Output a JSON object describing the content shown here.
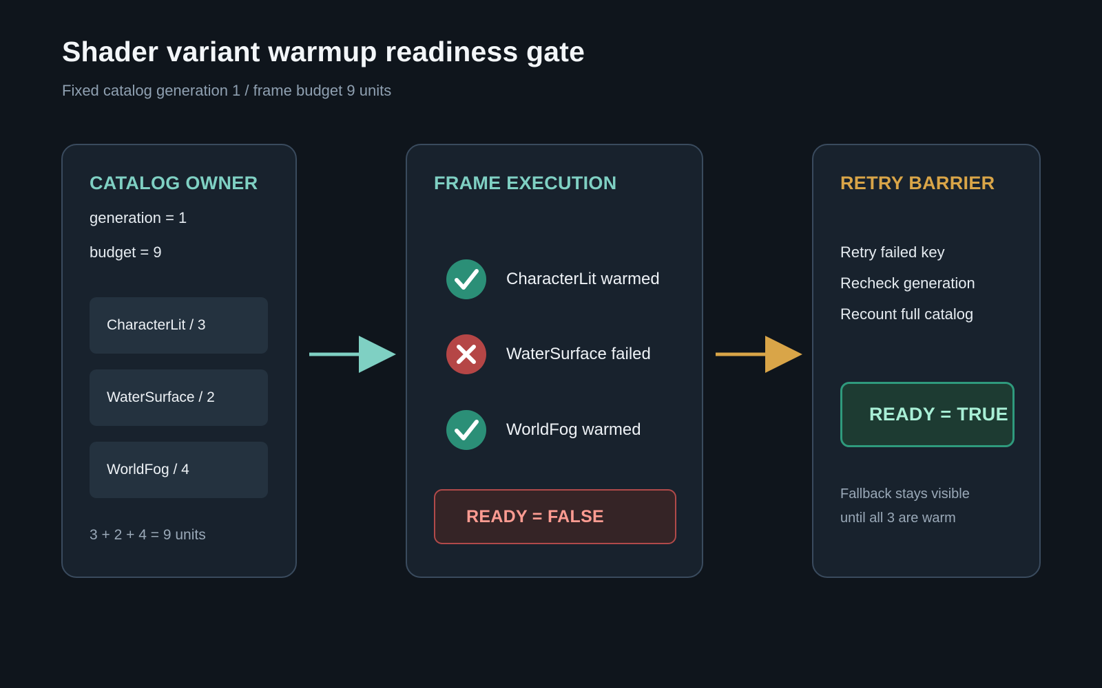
{
  "title": "Shader variant warmup readiness gate",
  "subtitle": "Fixed catalog generation 1 / frame budget 9 units",
  "colors": {
    "background": "#0f151c",
    "panel": "#18222d",
    "panel_border": "#3a4b5e",
    "teal": "#7fd0c3",
    "gold": "#d9a548",
    "success": "#2b8f77",
    "failure": "#b54646"
  },
  "catalog_owner": {
    "heading": "CATALOG OWNER",
    "generation_line": "generation = 1",
    "budget_line": "budget = 9",
    "entries": [
      {
        "label": "CharacterLit / 3"
      },
      {
        "label": "WaterSurface / 2"
      },
      {
        "label": "WorldFog / 4"
      }
    ],
    "sum_line": "3 + 2 + 4 = 9 units"
  },
  "arrows": [
    {
      "name": "owner-to-frame",
      "color": "#7fd0c3"
    },
    {
      "name": "frame-to-retry",
      "color": "#d9a548"
    }
  ],
  "frame_execution": {
    "heading": "FRAME EXECUTION",
    "results": [
      {
        "icon": "check-icon",
        "text": "CharacterLit warmed",
        "status": "ok"
      },
      {
        "icon": "cross-icon",
        "text": "WaterSurface failed",
        "status": "fail"
      },
      {
        "icon": "check-icon",
        "text": "WorldFog warmed",
        "status": "ok"
      }
    ],
    "ready_state": "READY = FALSE"
  },
  "retry_barrier": {
    "heading": "RETRY BARRIER",
    "steps": [
      "Retry failed key",
      "Recheck generation",
      "Recount full catalog"
    ],
    "ready_state": "READY = TRUE",
    "note_line_1": "Fallback stays visible",
    "note_line_2": "until all 3 are warm"
  }
}
